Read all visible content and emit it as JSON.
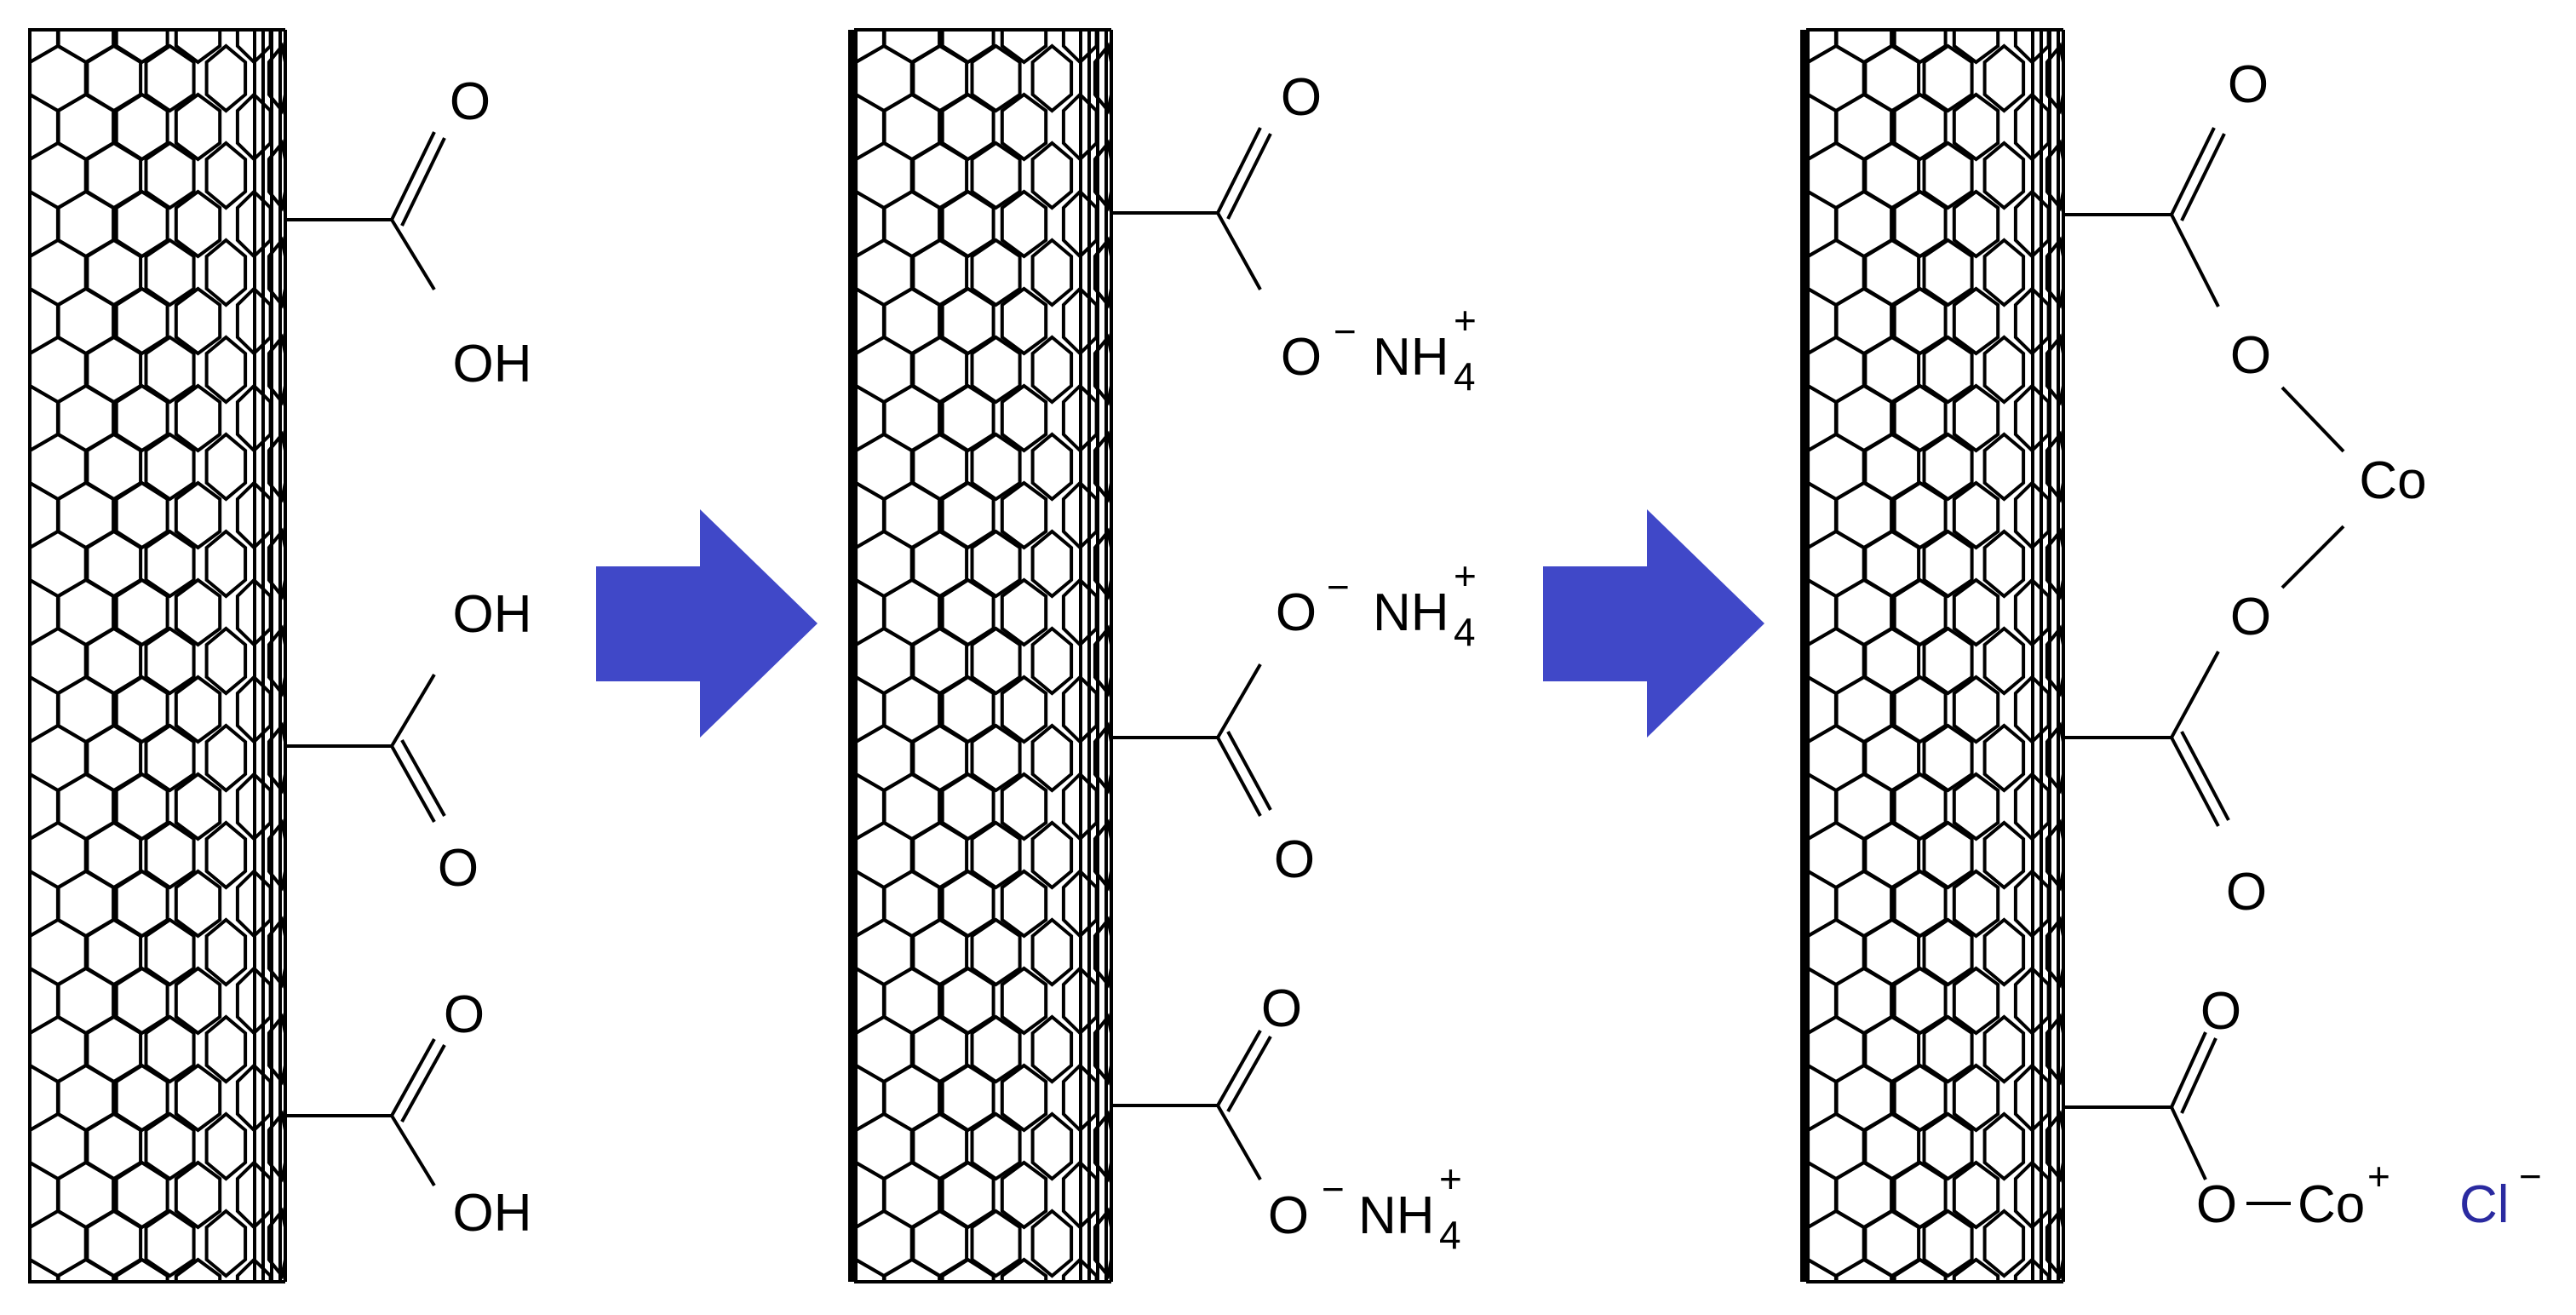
{
  "colors": {
    "arrow": "#4048c8",
    "ink": "#000000",
    "chloride": "#2a2aa0"
  },
  "panels": [
    {
      "name": "carboxylic-acid-cnt",
      "groups": [
        {
          "upper": "O",
          "lower": "OH"
        },
        {
          "upper": "OH",
          "lower": "O"
        },
        {
          "upper": "O",
          "lower": "OH"
        }
      ]
    },
    {
      "name": "ammonium-carboxylate-cnt",
      "groups": [
        {
          "upper": "O",
          "lower": "O",
          "lower_charge": "−",
          "counter": "NH",
          "counter_sub": "4",
          "counter_sup": "+"
        },
        {
          "upper": "O",
          "upper_charge": "−",
          "upper_counter": "NH",
          "upper_counter_sub": "4",
          "upper_counter_sup": "+",
          "lower": "O"
        },
        {
          "upper": "O",
          "lower": "O",
          "lower_charge": "−",
          "counter": "NH",
          "counter_sub": "4",
          "counter_sup": "+"
        }
      ]
    },
    {
      "name": "cobalt-carboxylate-cnt",
      "bridge": {
        "top_o": "O",
        "o1": "O",
        "metal": "Co",
        "o2": "O",
        "bottom_o": "O"
      },
      "single": {
        "upper": "O",
        "o": "O",
        "metal": "Co",
        "metal_charge": "+",
        "anion": "Cl",
        "anion_charge": "−"
      }
    }
  ],
  "arrows": [
    {
      "name": "step-1-arrow",
      "icon": "right-arrow-icon"
    },
    {
      "name": "step-2-arrow",
      "icon": "right-arrow-icon"
    }
  ]
}
